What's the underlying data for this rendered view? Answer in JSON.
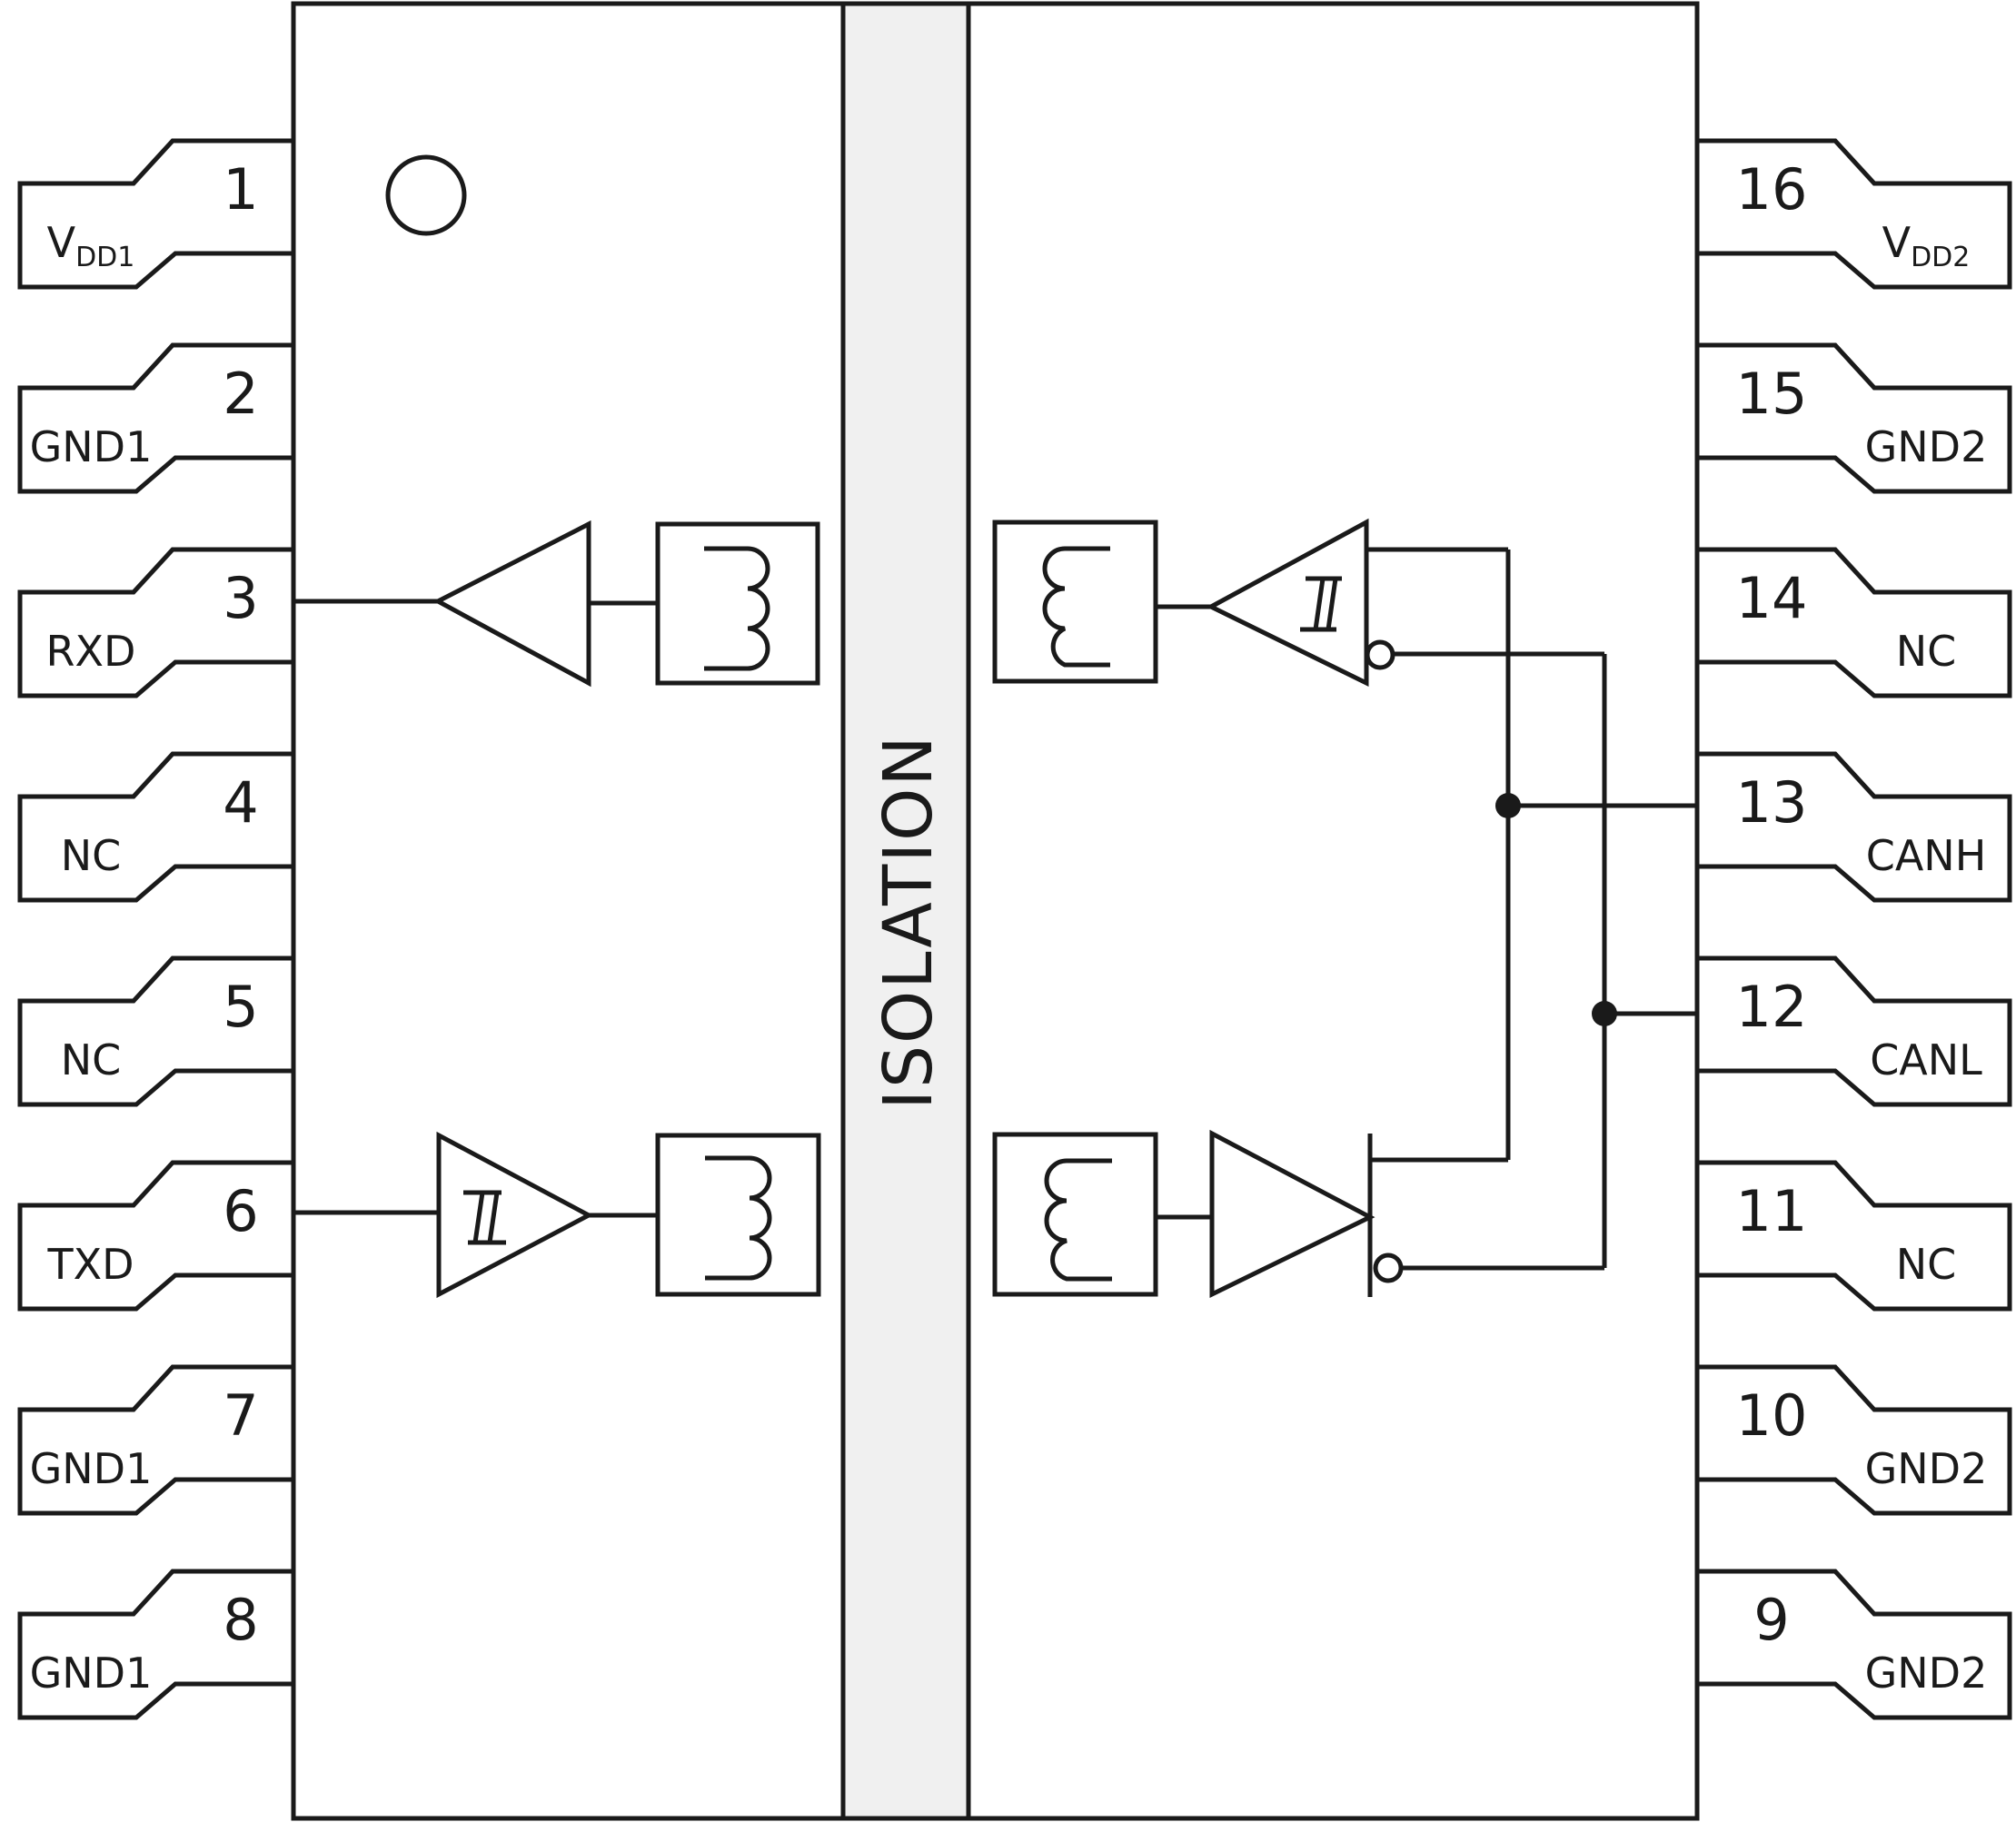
{
  "isolation": {
    "label": "ISOLATION",
    "fill": "#f0f0f0"
  },
  "pins_left": [
    {
      "number": "1",
      "name": "V",
      "sub": "DD1"
    },
    {
      "number": "2",
      "name": "GND1",
      "sub": ""
    },
    {
      "number": "3",
      "name": "RXD",
      "sub": ""
    },
    {
      "number": "4",
      "name": "NC",
      "sub": ""
    },
    {
      "number": "5",
      "name": "NC",
      "sub": ""
    },
    {
      "number": "6",
      "name": "TXD",
      "sub": ""
    },
    {
      "number": "7",
      "name": "GND1",
      "sub": ""
    },
    {
      "number": "8",
      "name": "GND1",
      "sub": ""
    }
  ],
  "pins_right": [
    {
      "number": "16",
      "name": "V",
      "sub": "DD2"
    },
    {
      "number": "15",
      "name": "GND2",
      "sub": ""
    },
    {
      "number": "14",
      "name": "NC",
      "sub": ""
    },
    {
      "number": "13",
      "name": "CANH",
      "sub": ""
    },
    {
      "number": "12",
      "name": "CANL",
      "sub": ""
    },
    {
      "number": "11",
      "name": "NC",
      "sub": ""
    },
    {
      "number": "10",
      "name": "GND2",
      "sub": ""
    },
    {
      "number": "9",
      "name": "GND2",
      "sub": ""
    }
  ]
}
